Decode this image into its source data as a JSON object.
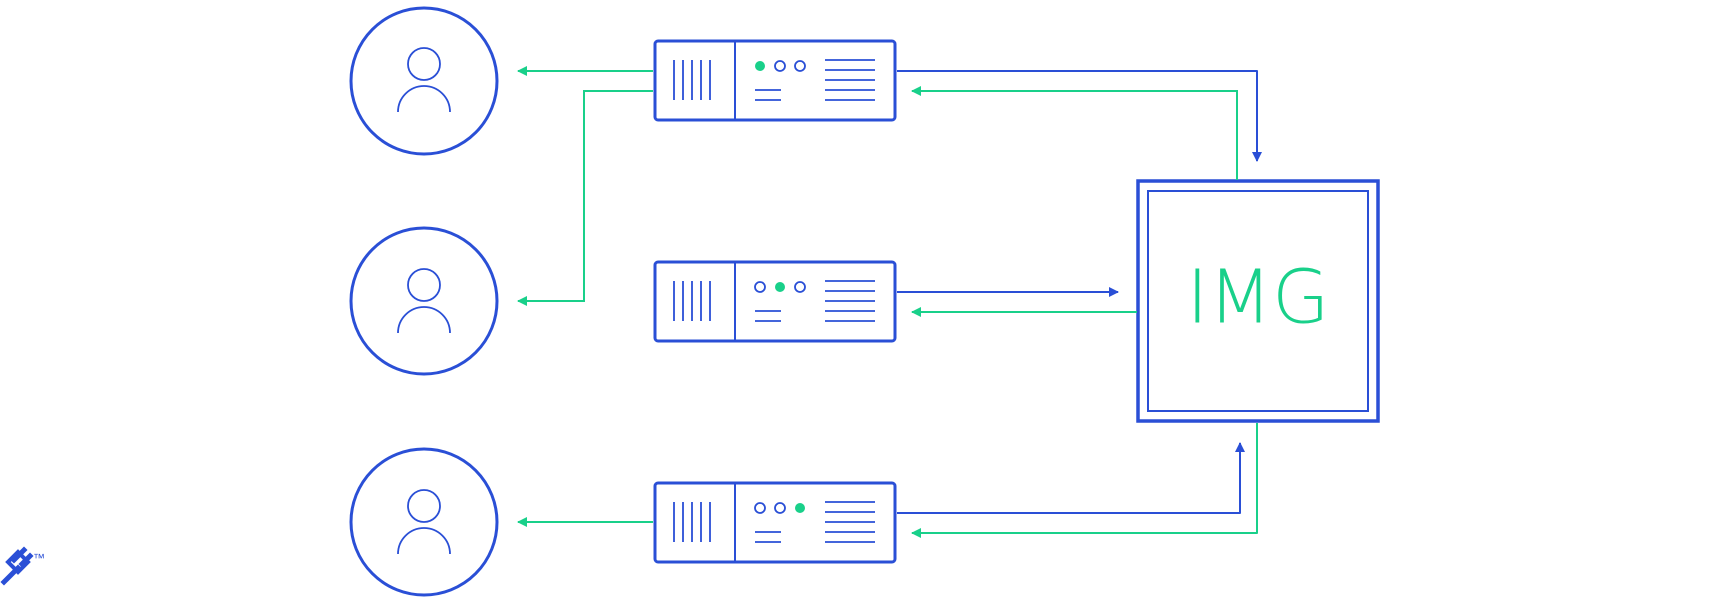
{
  "colors": {
    "primary_blue": "#2a4fd6",
    "accent_green": "#19d08a",
    "background": "#ffffff"
  },
  "storage": {
    "label": "IMG"
  },
  "logo": {
    "icon": "toptal-logo-icon",
    "trademark": "™"
  },
  "users": [
    {
      "icon": "user-icon"
    },
    {
      "icon": "user-icon"
    },
    {
      "icon": "user-icon"
    }
  ],
  "servers": [
    {
      "icon": "server-icon",
      "active_light": 1
    },
    {
      "icon": "server-icon",
      "active_light": 2
    },
    {
      "icon": "server-icon",
      "active_light": 3
    }
  ]
}
